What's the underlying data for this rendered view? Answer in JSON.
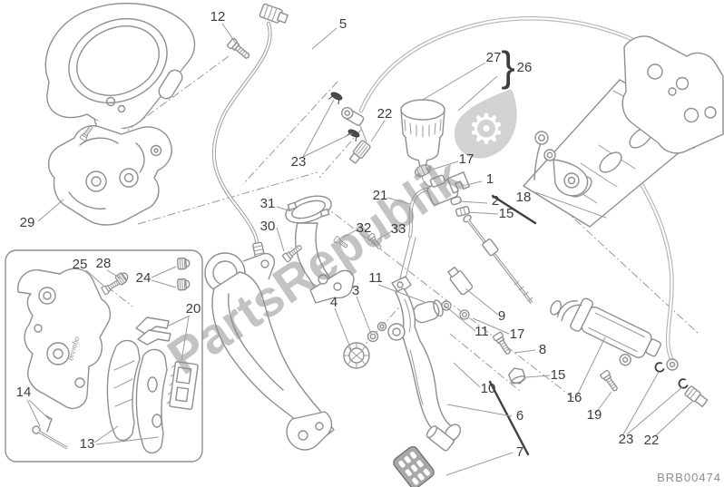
{
  "figure": {
    "drawing_code": "BRB00474",
    "caliper_brand_text": "brembo",
    "brace_glyph": "}"
  },
  "watermark": {
    "text": "PartsRepublik",
    "logo": "gear-droplet-icon"
  },
  "colors": {
    "background": "#ffffff",
    "line": "#8f8f8f",
    "dark_parts": "#3f3f3f",
    "labels": "#3d3d3d",
    "watermark": "#8d8d8d",
    "watermark_logo": "#d2d2d2",
    "code_text": "#8e8e8e"
  },
  "callouts": [
    {
      "label": "12"
    },
    {
      "label": "5"
    },
    {
      "label": "27"
    },
    {
      "label": "26"
    },
    {
      "label": "22"
    },
    {
      "label": "23"
    },
    {
      "label": "17"
    },
    {
      "label": "1"
    },
    {
      "label": "21"
    },
    {
      "label": "2"
    },
    {
      "label": "18"
    },
    {
      "label": "15"
    },
    {
      "label": "31"
    },
    {
      "label": "30"
    },
    {
      "label": "32"
    },
    {
      "label": "33"
    },
    {
      "label": "29"
    },
    {
      "label": "25"
    },
    {
      "label": "28"
    },
    {
      "label": "24"
    },
    {
      "label": "20"
    },
    {
      "label": "11"
    },
    {
      "label": "3"
    },
    {
      "label": "4"
    },
    {
      "label": "9"
    },
    {
      "label": "11"
    },
    {
      "label": "17"
    },
    {
      "label": "8"
    },
    {
      "label": "15"
    },
    {
      "label": "10"
    },
    {
      "label": "16"
    },
    {
      "label": "19"
    },
    {
      "label": "6"
    },
    {
      "label": "7"
    },
    {
      "label": "23"
    },
    {
      "label": "22"
    },
    {
      "label": "14"
    },
    {
      "label": "13"
    }
  ]
}
